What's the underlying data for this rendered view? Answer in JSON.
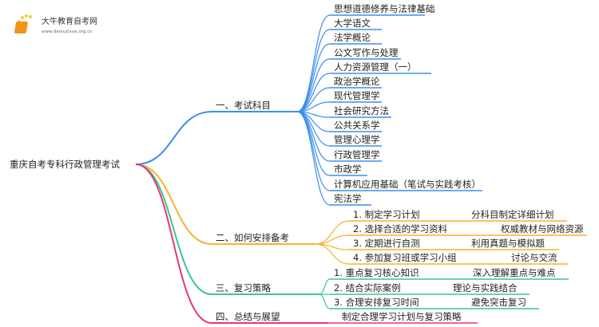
{
  "logo": {
    "name": "大牛教育自考网",
    "url": "www.daniuzixue.org.cn"
  },
  "root": "重庆自考专科行政管理考试",
  "colors": {
    "b1": "#3d8ef0",
    "b2": "#f5b42a",
    "b3": "#35c98a",
    "b4": "#e8347e"
  },
  "branches": [
    {
      "label": "一、考试科目",
      "items": [
        {
          "text": "思想道德修养与法律基础"
        },
        {
          "text": "大学语文"
        },
        {
          "text": "法学概论"
        },
        {
          "text": "公文写作与处理"
        },
        {
          "text": "人力资源管理（一）"
        },
        {
          "text": "政治学概论"
        },
        {
          "text": "现代管理学"
        },
        {
          "text": "社会研究方法"
        },
        {
          "text": "公共关系学"
        },
        {
          "text": "管理心理学"
        },
        {
          "text": "行政管理学"
        },
        {
          "text": "市政学"
        },
        {
          "text": "计算机应用基础（笔试与实践考核）"
        },
        {
          "text": "宪法学"
        }
      ]
    },
    {
      "label": "二、如何安排备考",
      "items": [
        {
          "text": "1. 制定学习计划",
          "note": "分科目制定详细计划"
        },
        {
          "text": "2. 选择合适的学习资料",
          "note": "权威教材与网络资源"
        },
        {
          "text": "3. 定期进行自测",
          "note": "利用真题与模拟题"
        },
        {
          "text": "4. 参加复习班或学习小组",
          "note": "讨论与交流"
        }
      ]
    },
    {
      "label": "三、复习策略",
      "items": [
        {
          "text": "1. 重点复习核心知识",
          "note": "深入理解重点与难点"
        },
        {
          "text": "2. 结合实际案例",
          "note": "理论与实践结合"
        },
        {
          "text": "3. 合理安排复习时间",
          "note": "避免突击复习"
        }
      ]
    },
    {
      "label": "四、总结与展望",
      "items": [
        {
          "text": "制定合理学习计划与复习策略"
        }
      ]
    }
  ]
}
